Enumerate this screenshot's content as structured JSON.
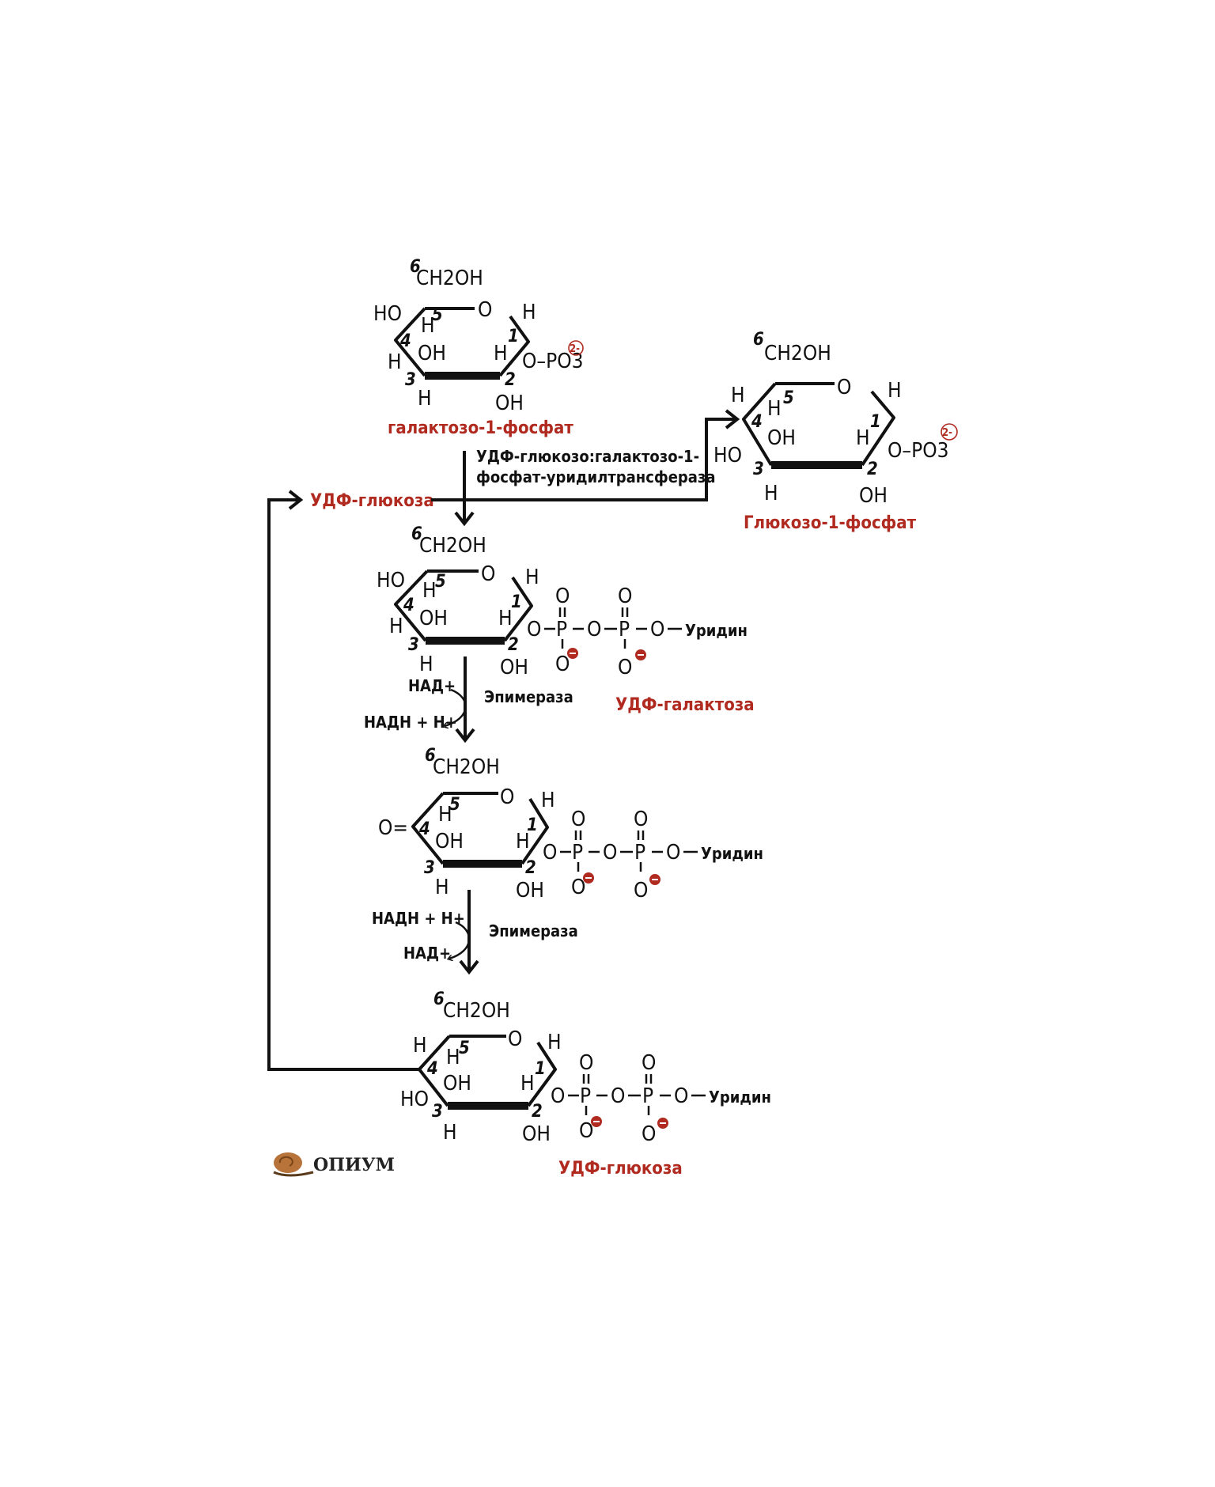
{
  "molecules": {
    "gal1p": {
      "label": "галактозо-1-фосфат",
      "c6": "6",
      "ch2oh": "CH2OH",
      "o_ring": "O",
      "substituent": "O–PO3",
      "charge": "2-"
    },
    "glc1p": {
      "label": "Глюкозо-1-фосфат",
      "c6": "6",
      "ch2oh": "CH2OH",
      "o_ring": "O",
      "substituent": "O–PO3",
      "charge": "2-"
    },
    "udp_gal": {
      "label": "УДФ-галактоза",
      "tail_group": "Уридин"
    },
    "keto": {
      "tail_group": "Уридин"
    },
    "udp_glc": {
      "label": "УДФ-глюкоза",
      "tail_group": "Уридин"
    }
  },
  "atoms": {
    "HO": "HO",
    "H": "H",
    "OH": "OH",
    "O": "O",
    "P": "P",
    "O_eq": "O="
  },
  "carbon_numbers": [
    "1",
    "2",
    "3",
    "4",
    "5",
    "6"
  ],
  "enzymes": {
    "transferase_line1": "УДФ-глюкозо:галактозо-1-",
    "transferase_line2": "фосфат-уридилтрансфераза",
    "epimerase_1": "Эпимераза",
    "epimerase_2": "Эпимераза"
  },
  "cofactors": {
    "step1_in": "НАД+",
    "step1_out": "НАДН + Н+",
    "step2_in": "НАДН + Н+",
    "step2_out": "НАД+"
  },
  "udp_glucose_input_label": "УДФ-глюкоза",
  "logo": {
    "text": "ОПИУМ"
  }
}
